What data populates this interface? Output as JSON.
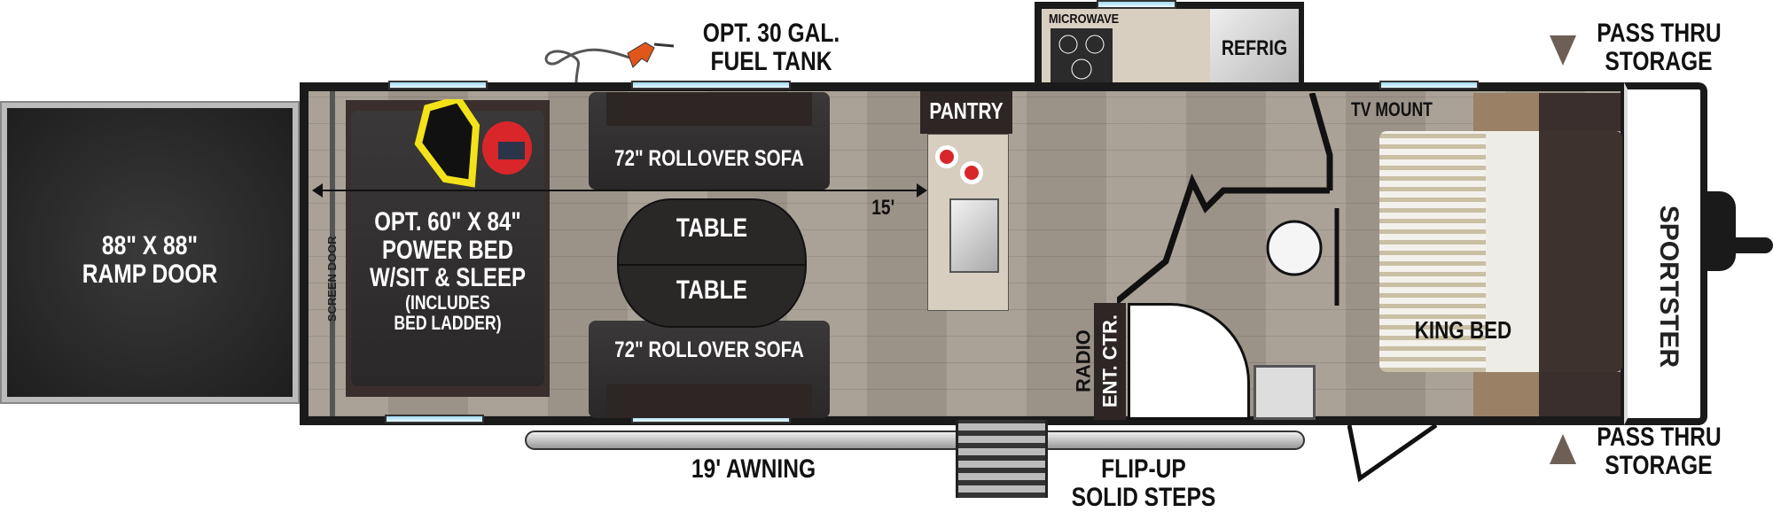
{
  "labels": {
    "ramp_door": [
      "88\" X 88\"",
      "RAMP DOOR"
    ],
    "fuel_tank": [
      "OPT. 30 GAL.",
      "FUEL TANK"
    ],
    "screen_door": "SCREEN DOOR",
    "power_bed": [
      "OPT. 60\" X 84\"",
      "POWER BED",
      "W/SIT & SLEEP",
      "(INCLUDES",
      "BED LADDER)"
    ],
    "sofa_top": "72\" ROLLOVER SOFA",
    "sofa_bottom": "72\" ROLLOVER SOFA",
    "table_top": "TABLE",
    "table_bottom": "TABLE",
    "dimension": "15'",
    "pantry": "PANTRY",
    "microwave": "MICROWAVE",
    "refrig": "REFRIG",
    "tv_mount": "TV MOUNT",
    "radio": "RADIO",
    "ent_ctr": "ENT. CTR.",
    "king_bed": "KING BED",
    "brand": "SPORTSTER",
    "pass_thru_top": [
      "PASS THRU",
      "STORAGE"
    ],
    "pass_thru_bottom": [
      "PASS THRU",
      "STORAGE"
    ],
    "awning": "19' AWNING",
    "steps": [
      "FLIP-UP",
      "SOLID STEPS"
    ]
  },
  "colors": {
    "wall": "#1a1a1a",
    "floor": "#a59c90",
    "furniture": "#333131",
    "fuel_nozzle": "#e0561b",
    "helmet": "#d8262a",
    "jacket_accent": "#f3e21a"
  }
}
